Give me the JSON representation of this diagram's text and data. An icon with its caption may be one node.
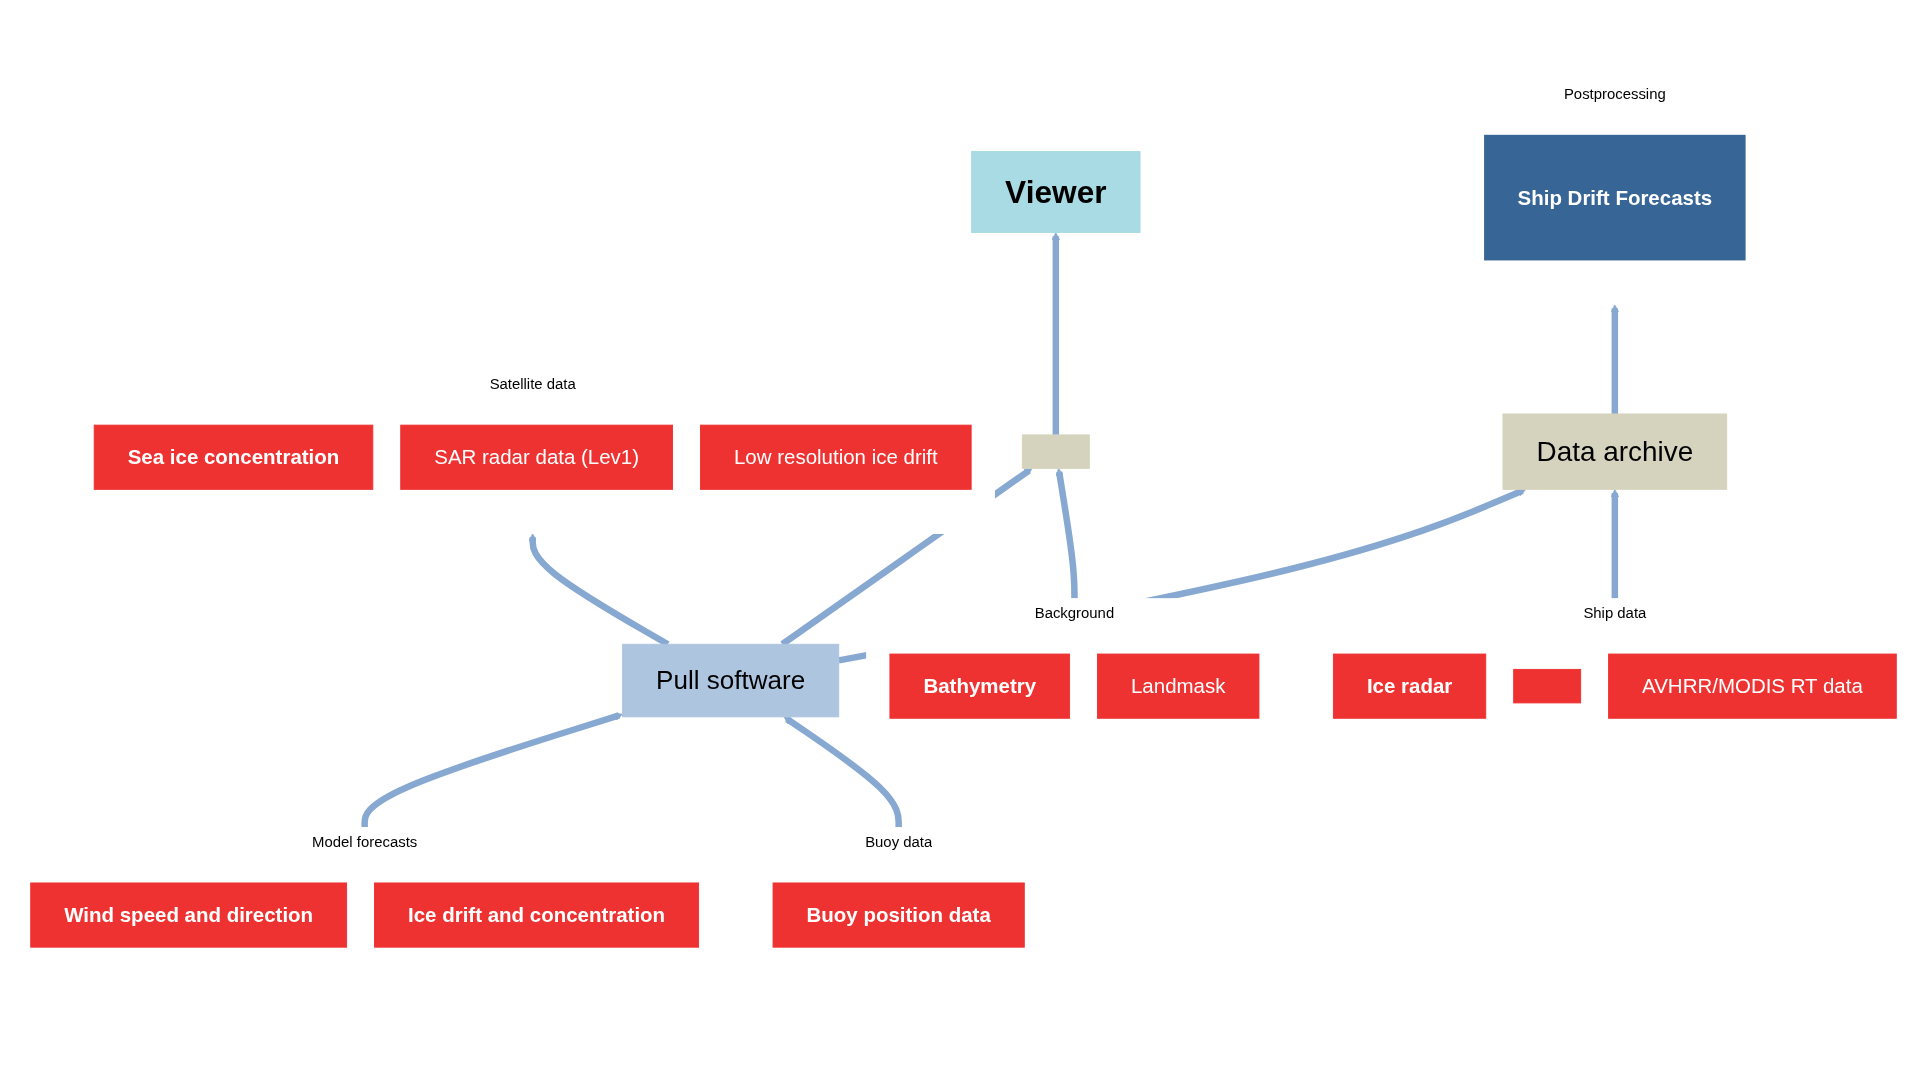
{
  "diagram": {
    "nodes": [
      {
        "text": [
          "Viewer"
        ]
      },
      {
        "text": [
          "Background"
        ]
      },
      {
        "text": [
          "Bathymetry"
        ],
        "in": 1
      },
      {
        "text": [
          "Landmask"
        ],
        "in": 1
      },
      {
        "text": [],
        "shape": "box"
      },
      {
        "text": [
          "Satellite data"
        ]
      },
      {
        "text": [
          "Sea ice concentration"
        ],
        "in": 5
      },
      {
        "text": [
          "SAR radar data (Lev1)"
        ],
        "in": 5
      },
      {
        "text": [
          "Low resolution ice drift"
        ],
        "in": 5
      },
      {
        "text": [
          "Pull software"
        ]
      },
      {
        "text": [
          "Ship data"
        ]
      },
      {
        "text": [
          "Ice radar"
        ],
        "in": 10
      },
      {
        "text": [],
        "shape": "box",
        "in": 10
      },
      {
        "text": [
          "AVHRR/MODIS RT data"
        ],
        "in": 10
      },
      {
        "text": [
          "Data archive"
        ]
      },
      {
        "text": [
          "Model forecasts"
        ]
      },
      {
        "text": [
          "Wind speed and direction"
        ],
        "in": 15
      },
      {
        "text": [
          "Ice drift and concentration"
        ],
        "in": 15
      },
      {
        "text": [
          "Buoy data"
        ]
      },
      {
        "text": [
          "Buoy position data"
        ],
        "in": 18
      },
      {
        "text": [
          "Postprocessing"
        ]
      },
      {
        "text": [
          "Ship Drift Forecasts"
        ],
        "in": 20
      }
    ],
    "edges": [
      {
        "from": 4,
        "to": 0,
        "arrow": "to"
      },
      {
        "from": 1,
        "to": 4,
        "arrow": "to"
      },
      {
        "from": 10,
        "to": 14,
        "arrow": "to"
      },
      {
        "from": 9,
        "to": 4,
        "arrow": "to"
      },
      {
        "from": 9,
        "to": 14,
        "arrow": "to"
      },
      {
        "from": 14,
        "to": 20,
        "arrow": "to"
      },
      {
        "from": 9,
        "to": 5,
        "arrow": "to"
      },
      {
        "from": 15,
        "to": 9,
        "arrow": "to"
      },
      {
        "from": 18,
        "to": 9,
        "arrow": "to"
      }
    ]
  }
}
